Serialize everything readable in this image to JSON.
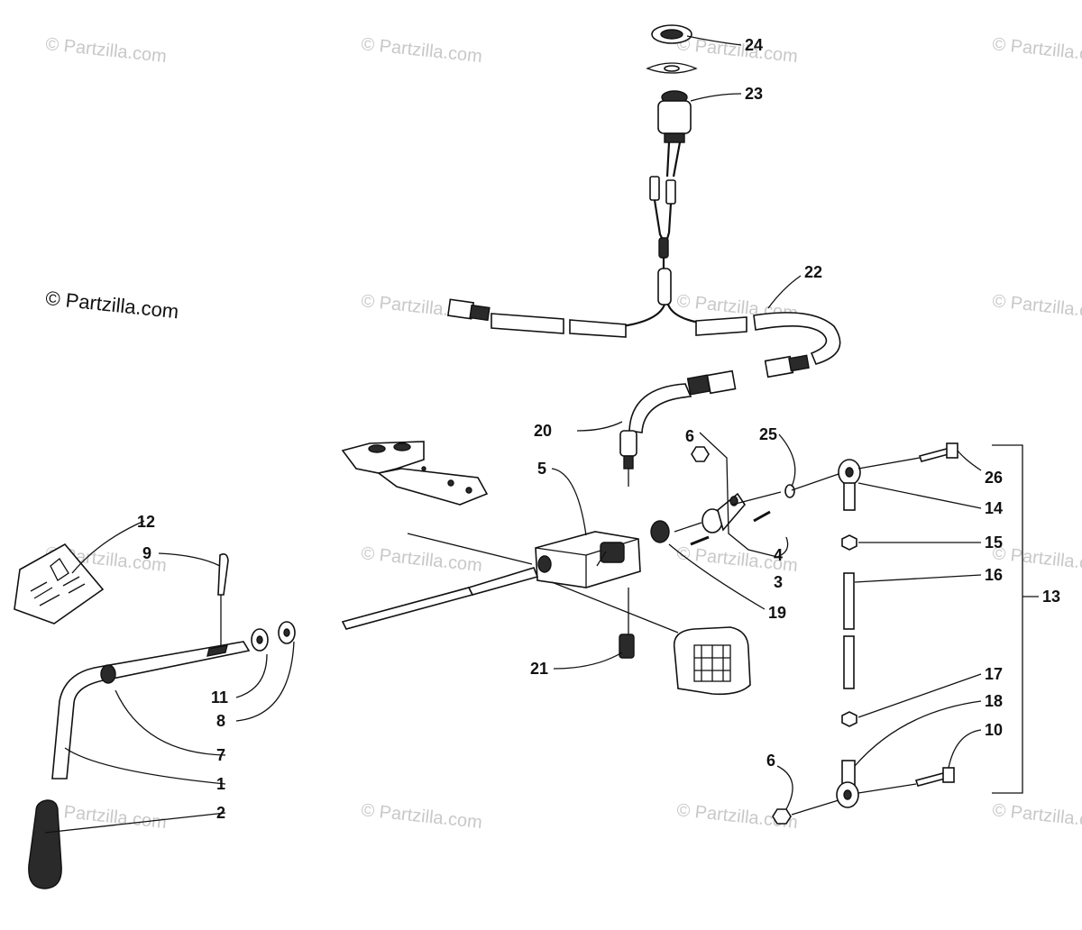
{
  "watermark": "© Partzilla.com",
  "credit": "© Partzilla.com",
  "callouts": {
    "c1": "1",
    "c2": "2",
    "c3": "3",
    "c4": "4",
    "c5": "5",
    "c6a": "6",
    "c6b": "6",
    "c7": "7",
    "c8": "8",
    "c9": "9",
    "c10": "10",
    "c11": "11",
    "c12": "12",
    "c13": "13",
    "c14": "14",
    "c15": "15",
    "c16": "16",
    "c17": "17",
    "c18": "18",
    "c19": "19",
    "c20": "20",
    "c21": "21",
    "c22": "22",
    "c23": "23",
    "c24": "24",
    "c25": "25",
    "c26": "26"
  }
}
